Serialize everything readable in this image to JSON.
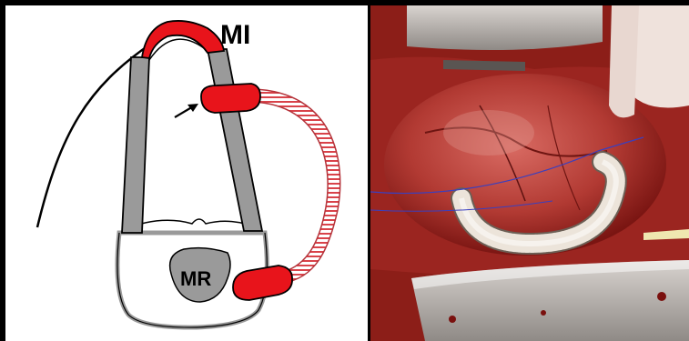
{
  "figure": {
    "panel_left": {
      "label_top": "MI",
      "label_bottom": "MR"
    },
    "panel_right": {
      "content": "intraoperative-photo"
    },
    "colors": {
      "graft_red": "#e8141b",
      "wall_gray": "#9a9a9a",
      "stripe": "#d9434a",
      "tissue": "#b3262a"
    }
  }
}
